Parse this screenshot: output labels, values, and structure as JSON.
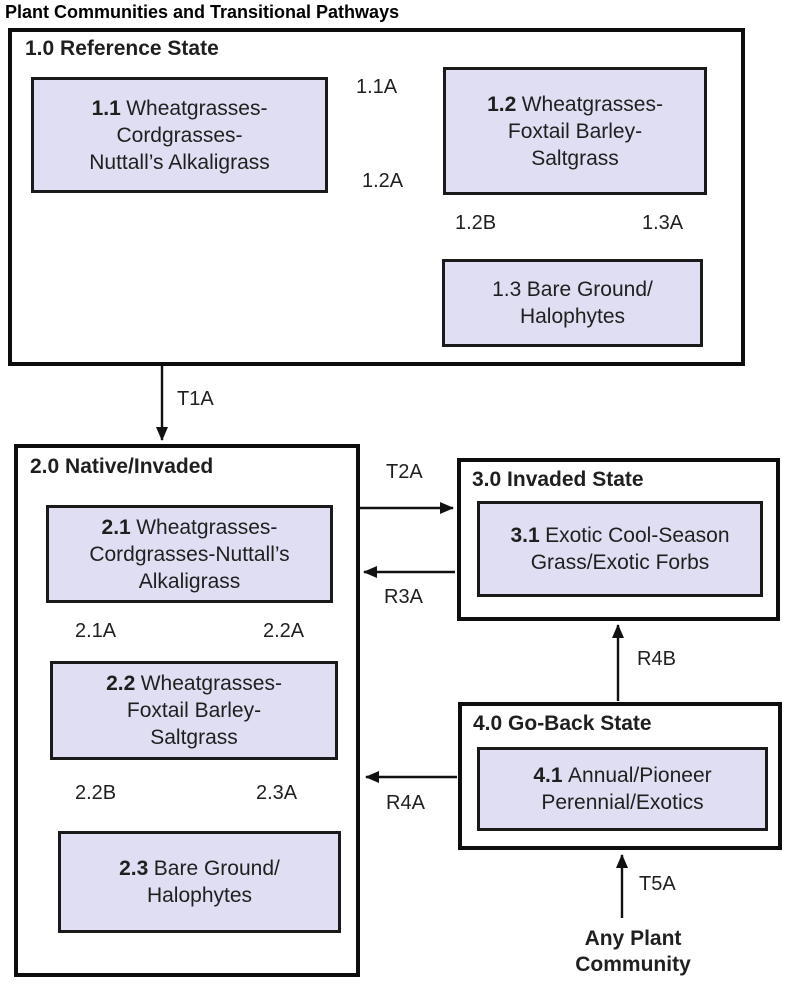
{
  "title": "Plant Communities and Transitional Pathways",
  "colors": {
    "community_fill": "#dfdef2",
    "community_border": "#1a1a1a",
    "state_border": "#0d0d0d",
    "text": "#1f1f1f"
  },
  "states": {
    "reference": {
      "header": "1.0 Reference State"
    },
    "native_invaded": {
      "header": "2.0 Native/Invaded"
    },
    "invaded": {
      "header": "3.0 Invaded State"
    },
    "go_back": {
      "header": "4.0 Go-Back State"
    }
  },
  "communities": {
    "c11": {
      "num": "1.1",
      "name": [
        "Wheatgrasses-",
        "Cordgrasses-",
        "Nuttall’s Alkaligrass"
      ]
    },
    "c12": {
      "num": "1.2",
      "name": [
        "Wheatgrasses-",
        "Foxtail Barley-",
        "Saltgrass"
      ]
    },
    "c13": {
      "num": "1.3",
      "name": [
        "Bare Ground/",
        "Halophytes"
      ]
    },
    "c21": {
      "num": "2.1",
      "name": [
        "Wheatgrasses-",
        "Cordgrasses-Nuttall’s",
        "Alkaligrass"
      ]
    },
    "c22": {
      "num": "2.2",
      "name": [
        "Wheatgrasses-",
        "Foxtail Barley-",
        "Saltgrass"
      ]
    },
    "c23": {
      "num": "2.3",
      "name": [
        "Bare Ground/",
        "Halophytes"
      ]
    },
    "c31": {
      "num": "3.1",
      "name": [
        "Exotic Cool-Season",
        "Grass/Exotic Forbs"
      ]
    },
    "c41": {
      "num": "4.1",
      "name": [
        "Annual/Pioneer",
        "Perennial/Exotics"
      ]
    }
  },
  "pathways": {
    "p11a": "1.1A",
    "p12a": "1.2A",
    "p12b": "1.2B",
    "p13a": "1.3A",
    "t1a": "T1A",
    "t2a": "T2A",
    "r3a": "R3A",
    "p21a": "2.1A",
    "p22a": "2.2A",
    "p22b": "2.2B",
    "p23a": "2.3A",
    "r4b": "R4B",
    "r4a": "R4A",
    "t5a": "T5A"
  },
  "footer": {
    "any_plant_community": [
      "Any Plant",
      "Community"
    ]
  }
}
